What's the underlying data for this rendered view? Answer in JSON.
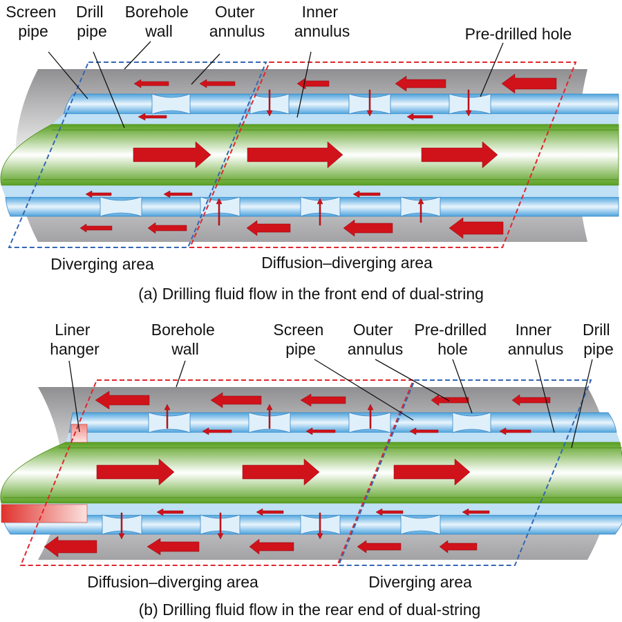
{
  "panel_a": {
    "labels": {
      "screen_pipe": [
        "Screen",
        "pipe"
      ],
      "drill_pipe": [
        "Drill",
        "pipe"
      ],
      "borehole_wall": [
        "Borehole",
        "wall"
      ],
      "outer_annulus": [
        "Outer",
        "annulus"
      ],
      "inner_annulus": [
        "Inner",
        "annulus"
      ],
      "pre_drilled_hole": [
        "Pre-drilled hole"
      ]
    },
    "area_left": "Diverging area",
    "area_right": "Diffusion–diverging area",
    "caption": "(a) Drilling fluid flow in the front end of dual-string"
  },
  "panel_b": {
    "labels": {
      "liner_hanger": [
        "Liner",
        "hanger"
      ],
      "borehole_wall": [
        "Borehole",
        "wall"
      ],
      "screen_pipe": [
        "Screen",
        "pipe"
      ],
      "outer_annulus": [
        "Outer",
        "annulus"
      ],
      "pre_drilled_hole": [
        "Pre-drilled",
        "hole"
      ],
      "inner_annulus": [
        "Inner",
        "annulus"
      ],
      "drill_pipe": [
        "Drill",
        "pipe"
      ]
    },
    "area_left": "Diffusion–diverging area",
    "area_right": "Diverging area",
    "caption": "(b) Drilling fluid flow in the rear end of dual-string"
  },
  "colors": {
    "borehole": "#a8a8ab",
    "screen_pipe": "#7ec3ec",
    "drill_pipe": "#77b52e",
    "flow_arrow": "#d0121b",
    "diffusion_area_outline": "#e0262c",
    "diverging_area_outline": "#3366b3",
    "liner_hanger": "#e5554e"
  }
}
